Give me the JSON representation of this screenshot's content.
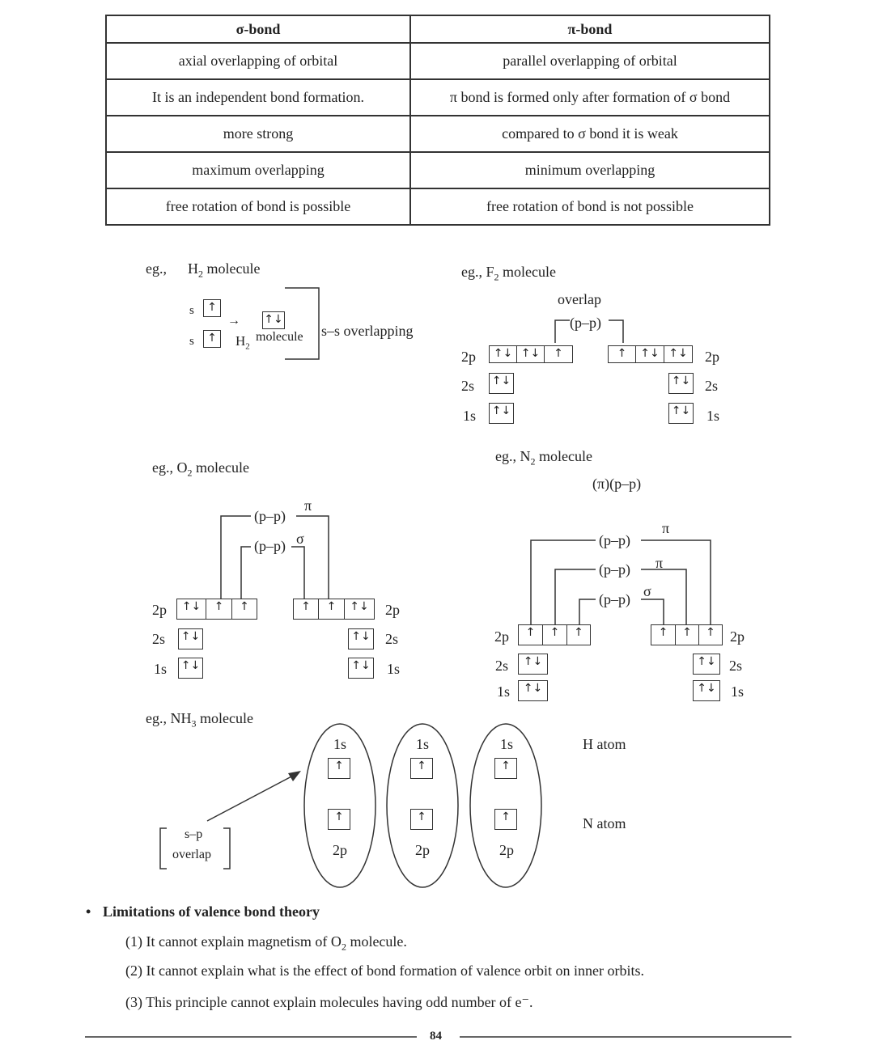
{
  "table": {
    "headers": [
      "σ-bond",
      "π-bond"
    ],
    "rows": [
      [
        "axial overlapping of orbital",
        "parallel overlapping of orbital"
      ],
      [
        "It is an independent bond formation.",
        "π bond is formed only after formation of σ bond"
      ],
      [
        "more strong",
        "compared to σ bond it is weak"
      ],
      [
        "maximum overlapping",
        "minimum overlapping"
      ],
      [
        "free rotation of bond is possible",
        "free rotation of bond is not possible"
      ]
    ]
  },
  "h2": {
    "eg": "eg.,",
    "title_pre": "H",
    "title_sub": "2",
    "title_post": " molecule",
    "s_label": "s",
    "up": "↑",
    "updown": "↑↓",
    "arrow": "→",
    "product_pre": "H",
    "product_sub": "2",
    "product_word": "molecule",
    "overlap": "s–s overlapping"
  },
  "f2": {
    "title_pre": "eg., F",
    "title_sub": "2",
    "title_post": " molecule",
    "overlap": "overlap",
    "pp": "(p–p)",
    "labels": [
      "2p",
      "2s",
      "1s"
    ]
  },
  "o2": {
    "title_pre": "eg., O",
    "title_sub": "2",
    "title_post": " molecule",
    "pp1": "(p–p)",
    "pp2": "(p–p)",
    "pi": "π",
    "sigma": "σ",
    "labels": [
      "2p",
      "2s",
      "1s"
    ]
  },
  "n2": {
    "title_pre": "eg., N",
    "title_sub": "2",
    "title_post": " molecule",
    "subtitle": "(π)(p–p)",
    "pp": "(p–p)",
    "pi": "π",
    "sigma": "σ",
    "labels": [
      "2p",
      "2s",
      "1s"
    ]
  },
  "nh3": {
    "title_pre": "eg., NH",
    "title_sub": "3",
    "title_post": " molecule",
    "s1": "1s",
    "p2": "2p",
    "h_atom": "H atom",
    "n_atom": "N atom",
    "sp": "s–p",
    "overlap": "overlap"
  },
  "limitations": {
    "heading": "Limitations of valence bond theory",
    "bullet": "•",
    "item1_pre": "(1) It cannot explain magnetism of O",
    "item1_sub": "2",
    "item1_post": " molecule.",
    "item2": "(2) It cannot explain what is the effect of bond formation of valence orbit on inner orbits.",
    "item3": "(3) This principle cannot explain molecules having odd number of e⁻."
  },
  "page_number": "84"
}
